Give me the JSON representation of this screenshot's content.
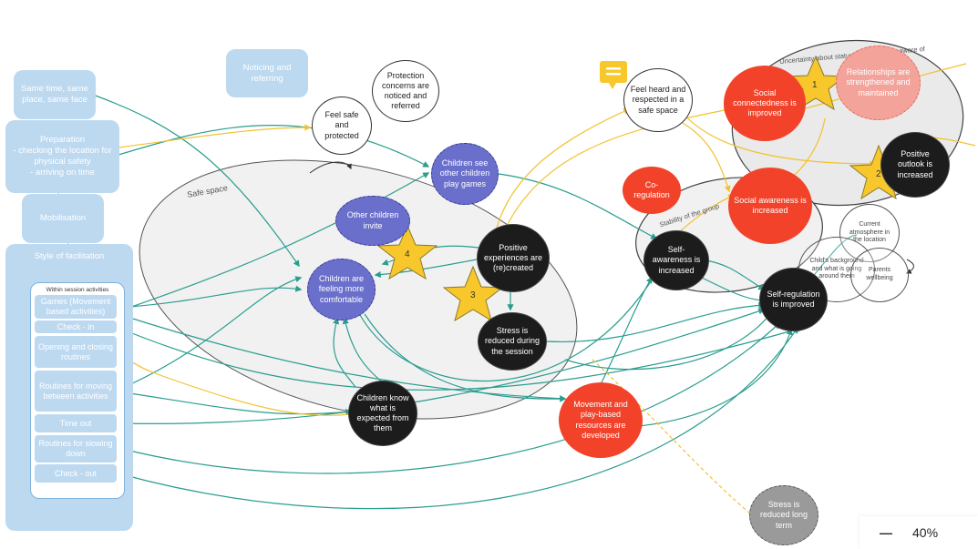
{
  "boxes": {
    "same_time": "Same time, same place, same face",
    "preparation": "Preparation\n- checking the location for physical safety\n- arriving on time",
    "mobilisation": "Mobilisation",
    "style": "Style of facilitation",
    "noticing": "Noticing and referring"
  },
  "activities": {
    "header": "Within session activities",
    "items": [
      "Games (Movement based activities)",
      "Check - in",
      "Opening and closing routines",
      "Routines for moving between activities",
      "Time out",
      "Routines for slowing down",
      "Check - out"
    ]
  },
  "regions": {
    "safe_space": "Safe space",
    "stability": "Stability of the group",
    "uncertainty": "Uncertainty about status in ... are more aware of"
  },
  "nodes": {
    "feel_safe": "Feel safe and protected",
    "protection": "Protection concerns are noticed and referred",
    "children_see": "Children see other children play games",
    "other_children": "Other children invite",
    "positive_exp": "Positive experiences are (re)created",
    "comfortable": "Children are feeling more comfortable",
    "stress_session": "Stress is reduced during the session",
    "children_know": "Children know what is expected from them",
    "movement": "Movement and play-based resources are developed",
    "feel_heard": "Feel heard and respected in a safe space",
    "social_conn": "Social connectedness is improved",
    "relationships": "Relationships are strengthened and maintained",
    "positive_outlook": "Positive outlook is increased",
    "coreg": "Co-regulation",
    "social_aw": "Social awareness is increased",
    "self_aw": "Self-awareness is increased",
    "current_atm": "Current atmosphere in the location",
    "childs_bg": "Child's background and what is going around them",
    "parents": "Parents wellbeing",
    "self_reg": "Self-regulation is improved",
    "stress_long": "Stress is reduced long term"
  },
  "stars": [
    "1",
    "2",
    "3",
    "4"
  ],
  "zoom": {
    "minus": "—",
    "level": "40%"
  },
  "colors": {
    "box": "#bdd9f0",
    "red": "#f2432a",
    "purple": "#6a6fcc",
    "star": "#f7c72c",
    "teal_arrow": "#2a9d8f",
    "yellow_arrow": "#f2c230"
  }
}
